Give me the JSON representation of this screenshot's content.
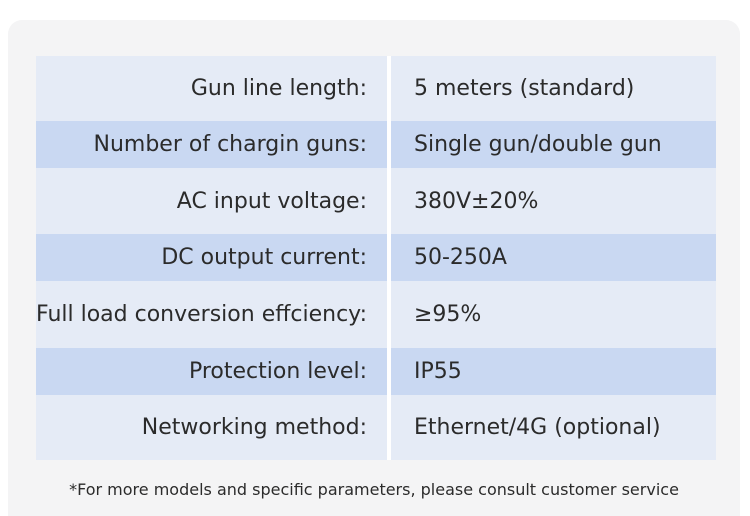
{
  "specs": [
    {
      "label": "Gun line length:",
      "value": "5 meters (standard)"
    },
    {
      "label": "Number of chargin guns:",
      "value": "Single gun/double gun"
    },
    {
      "label": "AC input voltage:",
      "value": "380V±20%"
    },
    {
      "label": "DC output current:",
      "value": "50-250A"
    },
    {
      "label": "Full load conversion effciency:",
      "value": "≥95%"
    },
    {
      "label": "Protection level:",
      "value": "IP55"
    },
    {
      "label": "Networking method:",
      "value": "Ethernet/4G (optional)"
    }
  ],
  "footnote": "*For more models and specific parameters, please consult customer service",
  "colors": {
    "row_light": "#e5ebf6",
    "row_dark": "#c9d8f2",
    "card_background": "#f4f4f5",
    "text": "#2b2b2b"
  }
}
